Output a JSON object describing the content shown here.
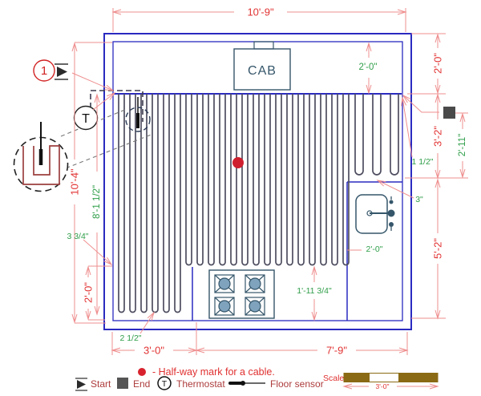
{
  "drawing": {
    "callout_number": "1",
    "cab_label": "CAB",
    "thermostat_symbol": "T",
    "legend_thermostat_symbol": "T"
  },
  "dimensions": {
    "top_width": "10'-9\"",
    "cab_depth": "2'-0\"",
    "right_wall_to_cable": "2'-0\"",
    "right_cable_zone": "3'-2\"",
    "right_end_drop": "2'-11\"",
    "right_edge_gap": "1 1/2\"",
    "right_bend_gap": "3\"",
    "right_lower": "5'-2\"",
    "left_room_height": "10'-4\"",
    "left_cable_zone": "8'-1 1/2\"",
    "left_bottom_gap": "3 3/4\"",
    "left_lower": "2'-0\"",
    "bottom_left": "3'-0\"",
    "bottom_right": "7'-9\"",
    "cable_spacing": "2 1/2\"",
    "stove_clearance": "1'-11 3/4\"",
    "sink_counter": "2'-0\""
  },
  "legend": {
    "halfway_note": "- Half-way mark for a cable.",
    "start_label": "Start",
    "end_label": "End",
    "thermostat_label": "Thermostat",
    "floor_sensor_label": "Floor sensor"
  },
  "scale_bar": {
    "label": "Scale",
    "length": "3'-0\""
  },
  "colors": {
    "wall_blue": "#2a2ac0",
    "room_fill": "#d4e5f7",
    "cable": "#4d4d60",
    "dim_red_text": "#e23333",
    "dim_green_text": "#2f9e49",
    "dim_line_pink": "#ef8f8f",
    "legend_text": "#ad3c3c",
    "halfway_red": "#d8232e",
    "fixture_slate": "#35566a",
    "scale_brown": "#8a6a14"
  }
}
